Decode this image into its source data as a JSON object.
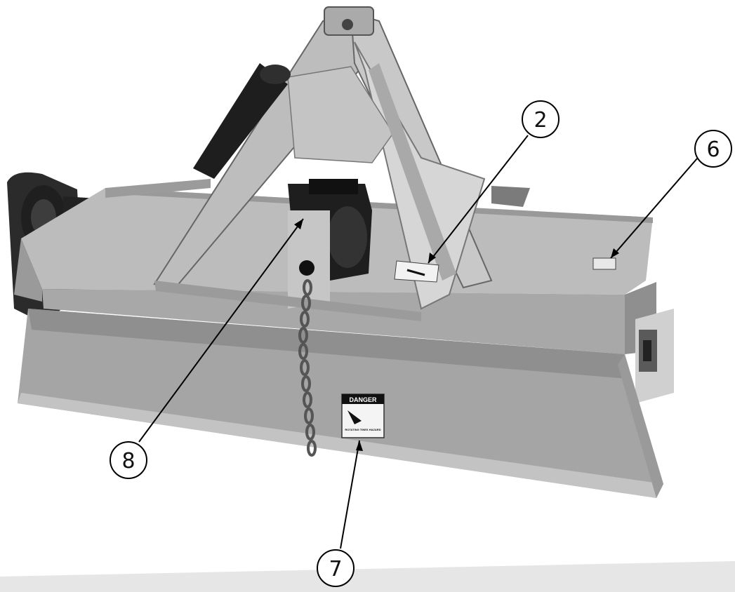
{
  "callouts": [
    {
      "id": "2",
      "label": "2"
    },
    {
      "id": "6",
      "label": "6"
    },
    {
      "id": "7",
      "label": "7"
    },
    {
      "id": "8",
      "label": "8"
    }
  ],
  "decals": {
    "front_danger": {
      "header": "DANGER",
      "line1": "ROTATING TINES HAZARD"
    }
  },
  "colors": {
    "frame": "#b3b3b3",
    "frame_dark": "#8c8c8c",
    "shadow": "#3a3a3a",
    "black": "#1a1a1a"
  }
}
